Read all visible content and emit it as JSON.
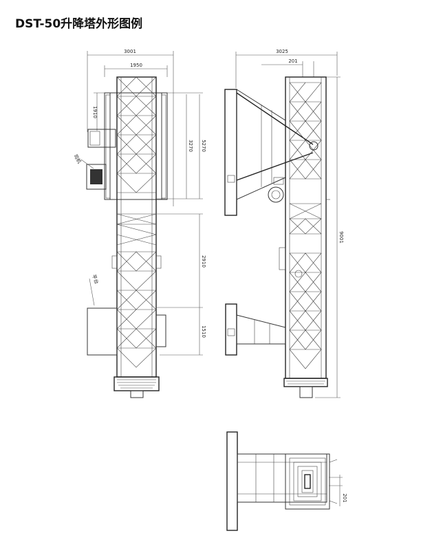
{
  "title": "DST-50升降塔外形图例",
  "front_view": {
    "dim_total_width": "3001",
    "dim_inner_width": "1950",
    "dim_top": "1910",
    "dim_upper_section": "5270",
    "dim_mid_section": "2910",
    "dim_lower_section": "1510",
    "label_cab": "司机",
    "label_platform": "平台"
  },
  "side_view": {
    "dim_total_width": "3025",
    "dim_offset": "201",
    "dim_total_height": "9001"
  },
  "plan_view": {
    "dim_small": "201"
  }
}
